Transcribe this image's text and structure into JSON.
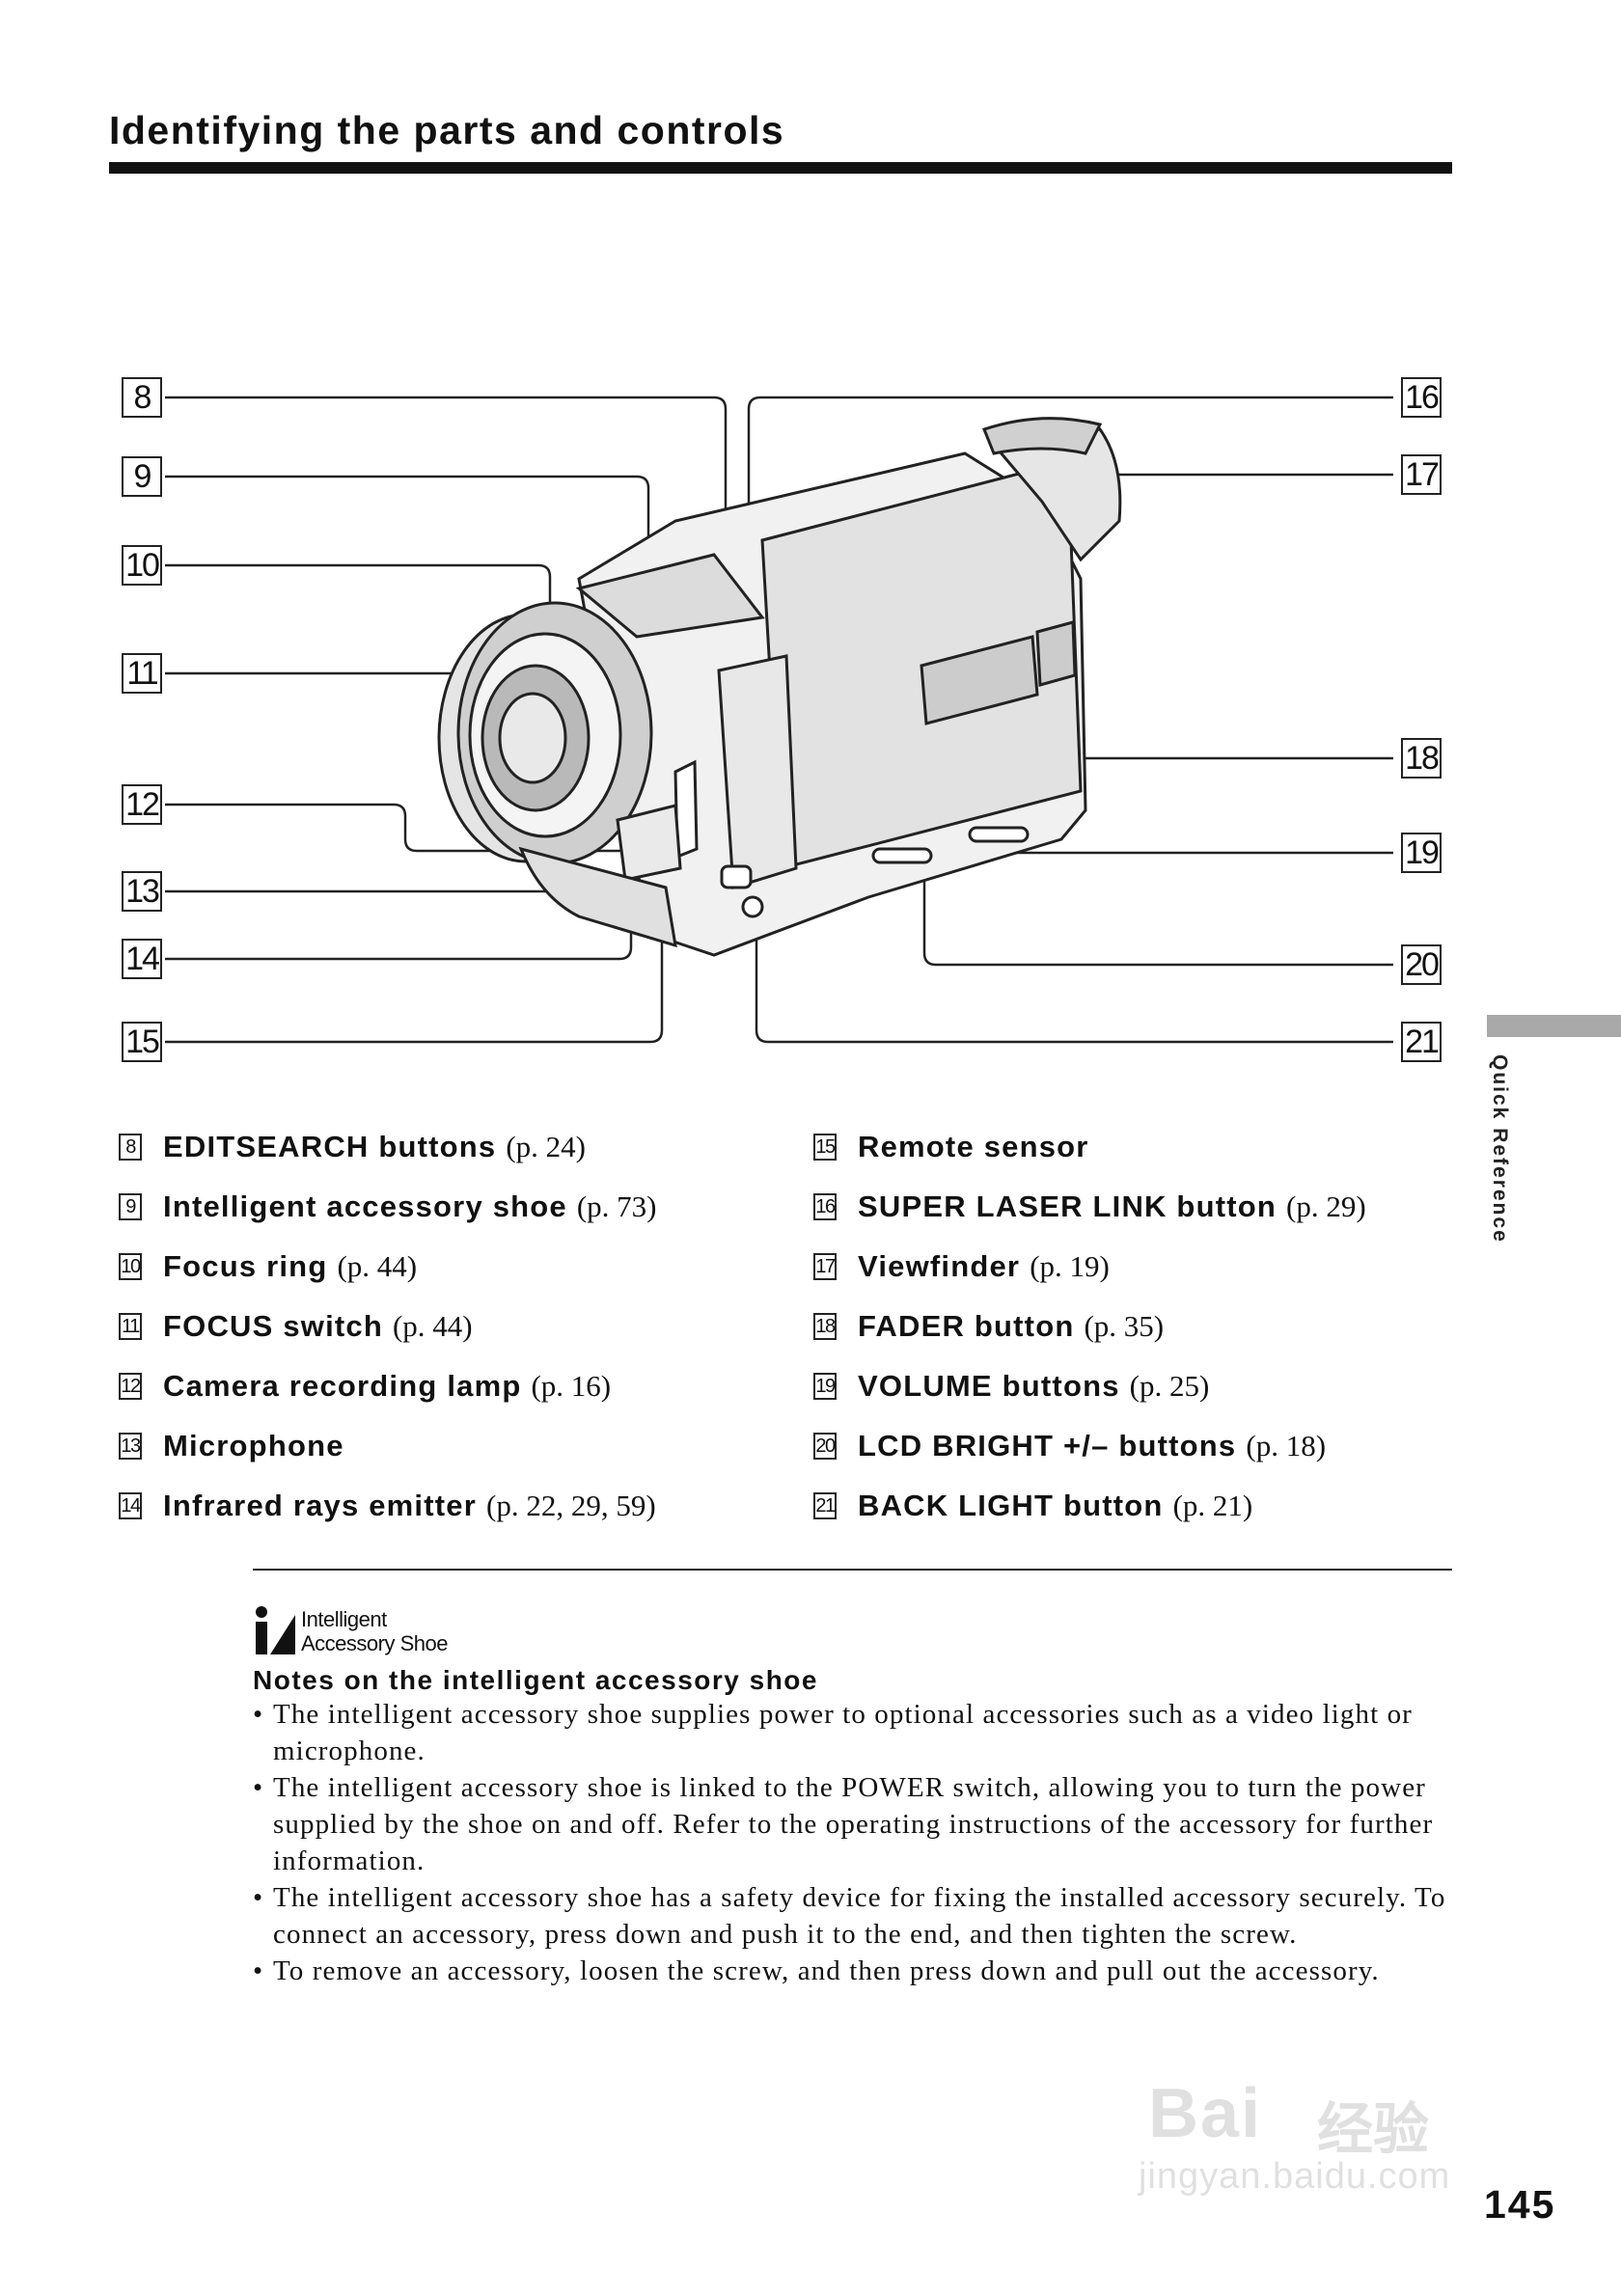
{
  "header": {
    "title": "Identifying the parts and controls"
  },
  "diagram": {
    "callouts": [
      "8",
      "9",
      "10",
      "11",
      "12",
      "13",
      "14",
      "15",
      "16",
      "17",
      "18",
      "19",
      "20",
      "21"
    ]
  },
  "parts_left": [
    {
      "num": "8",
      "name": "EDITSEARCH buttons",
      "page": "(p. 24)"
    },
    {
      "num": "9",
      "name": "Intelligent accessory shoe",
      "page": "(p. 73)"
    },
    {
      "num": "10",
      "name": "Focus ring",
      "page": "(p. 44)"
    },
    {
      "num": "11",
      "name": "FOCUS switch",
      "page": "(p. 44)"
    },
    {
      "num": "12",
      "name": "Camera recording lamp",
      "page": "(p. 16)"
    },
    {
      "num": "13",
      "name": "Microphone",
      "page": ""
    },
    {
      "num": "14",
      "name": "Infrared rays emitter",
      "page": "(p. 22, 29, 59)"
    }
  ],
  "parts_right": [
    {
      "num": "15",
      "name": "Remote sensor",
      "page": ""
    },
    {
      "num": "16",
      "name": "SUPER LASER LINK button",
      "page": "(p. 29)"
    },
    {
      "num": "17",
      "name": "Viewfinder",
      "page": "(p. 19)"
    },
    {
      "num": "18",
      "name": "FADER button",
      "page": "(p. 35)"
    },
    {
      "num": "19",
      "name": "VOLUME buttons",
      "page": "(p. 25)"
    },
    {
      "num": "20",
      "name": "LCD BRIGHT +/– buttons",
      "page": "(p. 18)"
    },
    {
      "num": "21",
      "name": "BACK LIGHT button",
      "page": "(p. 21)"
    }
  ],
  "notes": {
    "logo_line1": "Intelligent",
    "logo_line2": "Accessory Shoe",
    "heading": "Notes on the intelligent accessory shoe",
    "items": [
      "The intelligent accessory shoe supplies power to optional accessories such as a video light or microphone.",
      "The intelligent accessory shoe is linked to the POWER switch, allowing you to turn the power supplied by the shoe on and off. Refer to the operating instructions of the accessory for further information.",
      "The intelligent accessory shoe has a safety device for fixing the installed accessory securely. To connect an accessory, press down and push it to the end, and then tighten the screw.",
      "To remove an accessory, loosen the screw, and then press down and pull out the accessory."
    ]
  },
  "side_tab": {
    "label": "Quick Reference"
  },
  "footer": {
    "page_number": "145"
  },
  "watermark": {
    "line1": "Bai",
    "line2": "经验",
    "line3": "jingyan.baidu.com"
  }
}
